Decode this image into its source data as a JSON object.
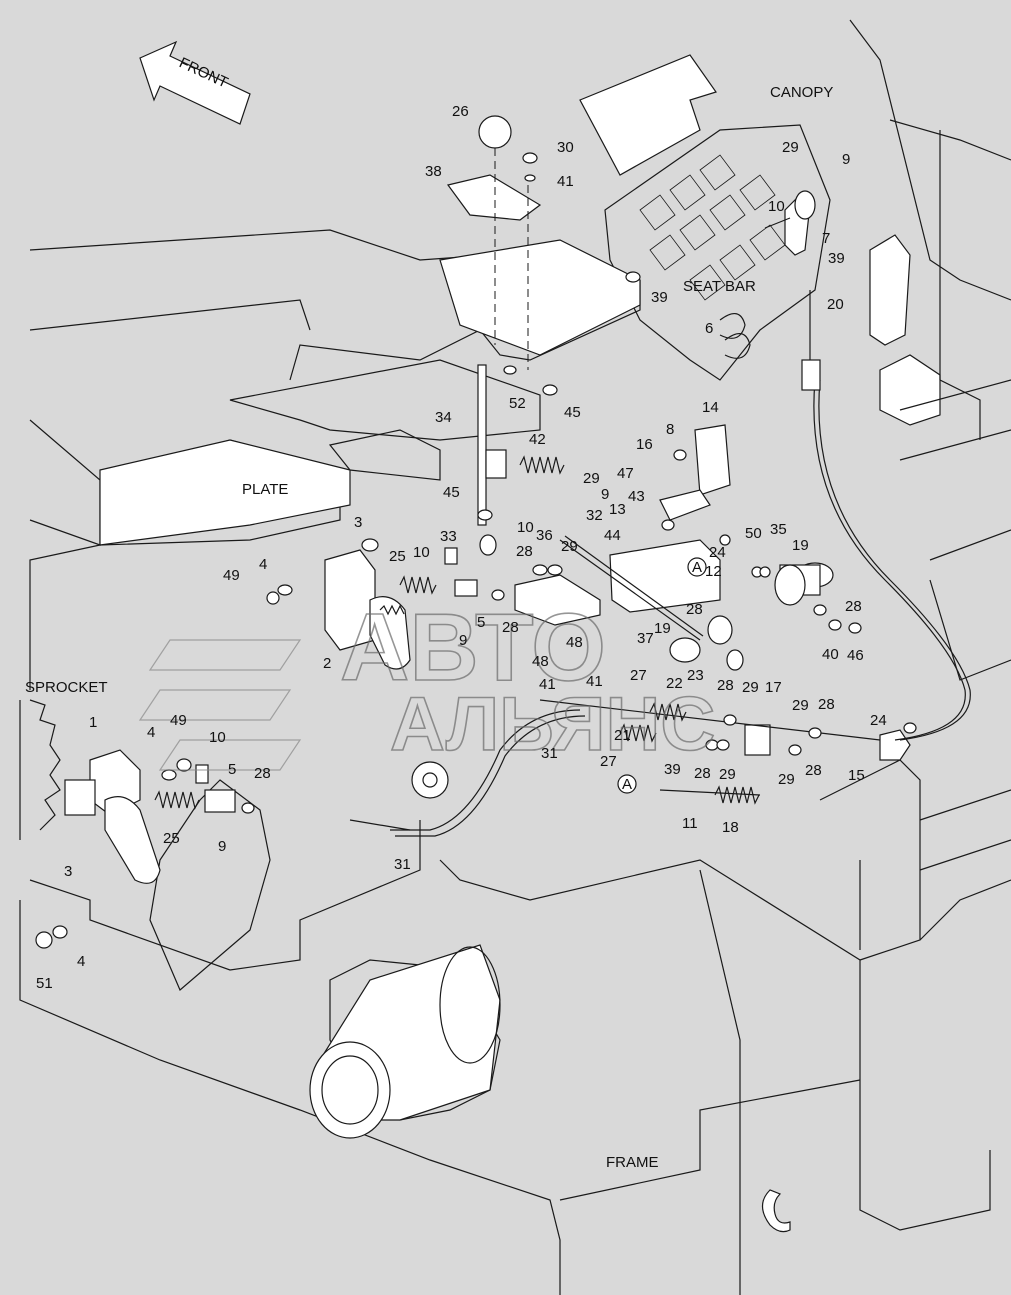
{
  "labels": {
    "front": "FRONT",
    "canopy": "CANOPY",
    "seat_bar": "SEAT BAR",
    "plate": "PLATE",
    "sprocket": "SPROCKET",
    "frame": "FRAME"
  },
  "watermark": {
    "line1": "АВТО",
    "line2": "АЛЬЯНС"
  },
  "callouts": [
    {
      "text": "26"
    },
    {
      "text": "30"
    },
    {
      "text": "38"
    },
    {
      "text": "41"
    },
    {
      "text": "39"
    },
    {
      "text": "29"
    },
    {
      "text": "9"
    },
    {
      "text": "10"
    },
    {
      "text": "7"
    },
    {
      "text": "39"
    },
    {
      "text": "20"
    },
    {
      "text": "6"
    },
    {
      "text": "52"
    },
    {
      "text": "45"
    },
    {
      "text": "34"
    },
    {
      "text": "42"
    },
    {
      "text": "14"
    },
    {
      "text": "16"
    },
    {
      "text": "8"
    },
    {
      "text": "29"
    },
    {
      "text": "9"
    },
    {
      "text": "47"
    },
    {
      "text": "43"
    },
    {
      "text": "13"
    },
    {
      "text": "45"
    },
    {
      "text": "10"
    },
    {
      "text": "32"
    },
    {
      "text": "36"
    },
    {
      "text": "44"
    },
    {
      "text": "3"
    },
    {
      "text": "33"
    },
    {
      "text": "10"
    },
    {
      "text": "28"
    },
    {
      "text": "29"
    },
    {
      "text": "50"
    },
    {
      "text": "35"
    },
    {
      "text": "24"
    },
    {
      "text": "12"
    },
    {
      "text": "19"
    },
    {
      "text": "25"
    },
    {
      "text": "4"
    },
    {
      "text": "49"
    },
    {
      "text": "5"
    },
    {
      "text": "28"
    },
    {
      "text": "28"
    },
    {
      "text": "28"
    },
    {
      "text": "9"
    },
    {
      "text": "2"
    },
    {
      "text": "48"
    },
    {
      "text": "48"
    },
    {
      "text": "37"
    },
    {
      "text": "19"
    },
    {
      "text": "40"
    },
    {
      "text": "46"
    },
    {
      "text": "23"
    },
    {
      "text": "41"
    },
    {
      "text": "41"
    },
    {
      "text": "27"
    },
    {
      "text": "22"
    },
    {
      "text": "28"
    },
    {
      "text": "29"
    },
    {
      "text": "17"
    },
    {
      "text": "29"
    },
    {
      "text": "28"
    },
    {
      "text": "31"
    },
    {
      "text": "27"
    },
    {
      "text": "21"
    },
    {
      "text": "39"
    },
    {
      "text": "28"
    },
    {
      "text": "29"
    },
    {
      "text": "29"
    },
    {
      "text": "28"
    },
    {
      "text": "24"
    },
    {
      "text": "15"
    },
    {
      "text": "1"
    },
    {
      "text": "4"
    },
    {
      "text": "49"
    },
    {
      "text": "10"
    },
    {
      "text": "5"
    },
    {
      "text": "28"
    },
    {
      "text": "25"
    },
    {
      "text": "9"
    },
    {
      "text": "3"
    },
    {
      "text": "31"
    },
    {
      "text": "11"
    },
    {
      "text": "18"
    },
    {
      "text": "51"
    },
    {
      "text": "4"
    },
    {
      "text": "A"
    },
    {
      "text": "A"
    }
  ]
}
